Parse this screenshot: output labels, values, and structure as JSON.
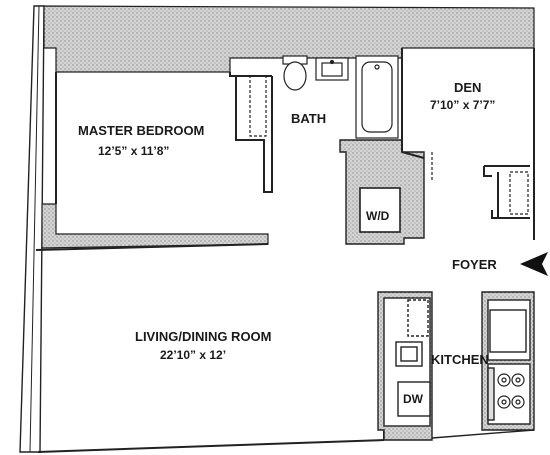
{
  "rooms": {
    "master_bedroom": {
      "name": "MASTER BEDROOM",
      "dimensions": "12’5” x 11’8”"
    },
    "bath": {
      "name": "BATH"
    },
    "den": {
      "name": "DEN",
      "dimensions": "7’10” x 7’7”"
    },
    "wd": {
      "name": "W/D"
    },
    "foyer": {
      "name": "FOYER"
    },
    "living_dining": {
      "name": "LIVING/DINING ROOM",
      "dimensions": "22’10” x 12’"
    },
    "kitchen": {
      "name": "KITCHEN"
    },
    "dw": {
      "name": "DW"
    }
  },
  "colors": {
    "wall": "#3a3a3a",
    "stipple": "#bdbdbd",
    "line": "#222222",
    "paper": "#ffffff"
  },
  "icons": {
    "entry_arrow": "arrow-left-icon"
  }
}
